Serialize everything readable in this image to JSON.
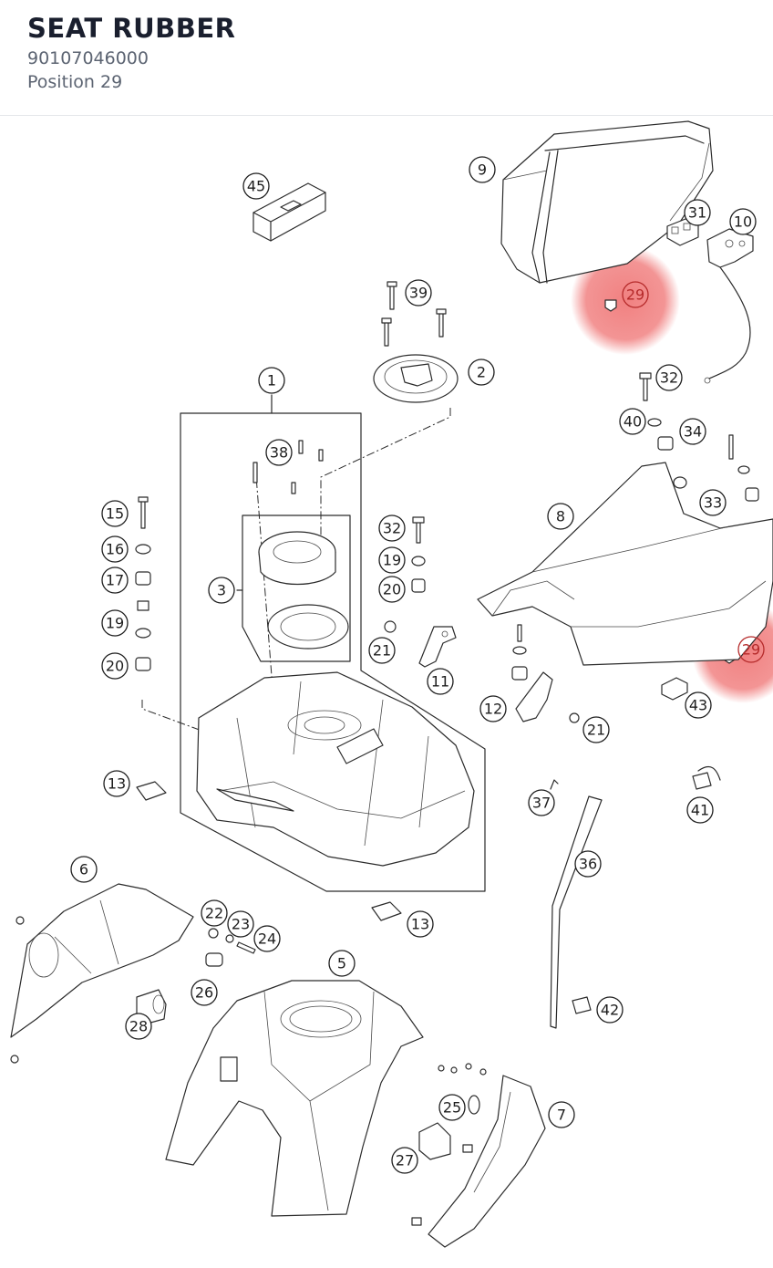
{
  "part": {
    "title": "SEAT RUBBER",
    "number": "90107046000",
    "position_label": "Position 29"
  },
  "diagram": {
    "highlight_color": "#f07a7a",
    "highlighted": "29",
    "callouts": {
      "c1": "1",
      "c2": "2",
      "c3": "3",
      "c5": "5",
      "c6": "6",
      "c7": "7",
      "c8": "8",
      "c9": "9",
      "c10": "10",
      "c11": "11",
      "c12": "12",
      "c13a": "13",
      "c13b": "13",
      "c15": "15",
      "c16": "16",
      "c17": "17",
      "c19a": "19",
      "c19b": "19",
      "c20a": "20",
      "c20b": "20",
      "c21a": "21",
      "c21b": "21",
      "c22": "22",
      "c23": "23",
      "c24": "24",
      "c25": "25",
      "c26": "26",
      "c27": "27",
      "c28": "28",
      "c29a": "29",
      "c29b": "29",
      "c31": "31",
      "c32a": "32",
      "c32b": "32",
      "c33": "33",
      "c34": "34",
      "c36": "36",
      "c37": "37",
      "c38": "38",
      "c39": "39",
      "c40": "40",
      "c41": "41",
      "c42": "42",
      "c43": "43",
      "c45": "45"
    }
  }
}
